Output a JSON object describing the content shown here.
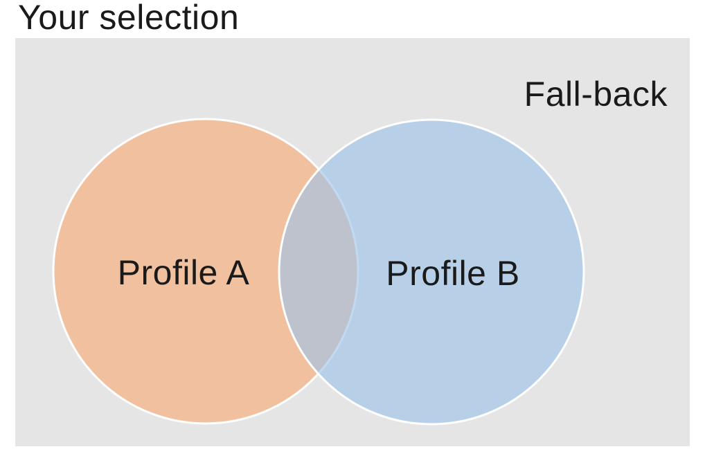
{
  "header": {
    "title": "Your selection"
  },
  "panel": {
    "background_color": "#E5E5E5",
    "region_label": "Fall-back",
    "venn": {
      "stroke_color": "#FFFFFF",
      "circle_a": {
        "label": "Profile A",
        "fill": "#F1C09E"
      },
      "circle_b": {
        "label": "Profile B",
        "fill": "rgba(156,196,233,0.62)"
      },
      "overlap_rendered_color": "#BCC2CB"
    }
  },
  "text_color": "#1A1A1A"
}
